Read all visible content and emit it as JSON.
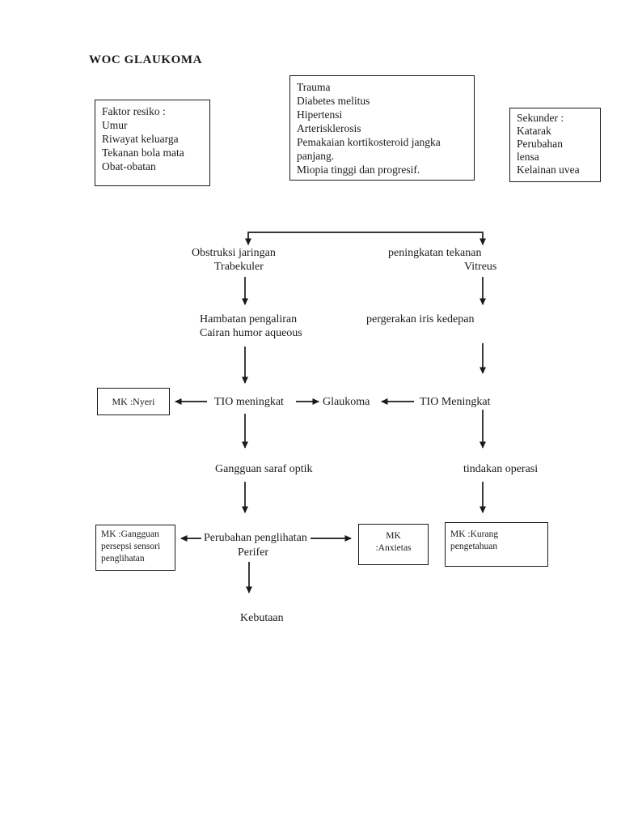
{
  "title": "WOC GLAUKOMA",
  "colors": {
    "ink": "#1a1a1a",
    "background": "#ffffff"
  },
  "risk_box": {
    "lines": [
      "Faktor resiko :",
      "Umur",
      "Riwayat keluarga",
      "Tekanan bola mata",
      "Obat-obatan"
    ]
  },
  "trigger_box": {
    "lines": [
      "Trauma",
      "Diabetes melitus",
      "Hipertensi",
      "Arterisklerosis",
      "Pemakaian kortikosteroid jangka panjang.",
      "Miopia tinggi dan progresif."
    ]
  },
  "secondary_box": {
    "lines": [
      "Sekunder :",
      "Katarak",
      "Perubahan",
      "lensa",
      "Kelainan uvea"
    ]
  },
  "nodes": {
    "obstruksi_line1": "Obstruksi jaringan",
    "obstruksi_line2": "Trabekuler",
    "peningkatan_line1": "peningkatan tekanan",
    "peningkatan_line2": "Vitreus",
    "hambatan_line1": "Hambatan pengaliran",
    "hambatan_line2": "Cairan humor aqueous",
    "pergerakan": "pergerakan iris kedepan",
    "tio_left": "TIO meningkat",
    "glaukoma": "Glaukoma",
    "tio_right": "TIO Meningkat",
    "gangguan_saraf": "Gangguan saraf optik",
    "tindakan": "tindakan operasi",
    "perubahan_line1": "Perubahan penglihatan",
    "perubahan_line2": "Perifer",
    "kebutaan": "Kebutaan"
  },
  "mk_boxes": {
    "nyeri": {
      "lines": [
        "MK :Nyeri"
      ]
    },
    "gangguan": {
      "lines": [
        "MK :Gangguan",
        "persepsi sensori",
        "penglihatan"
      ]
    },
    "anxietas": {
      "lines": [
        "MK",
        ":Anxietas"
      ]
    },
    "kurang": {
      "lines": [
        "MK :Kurang",
        "pengetahuan"
      ]
    }
  }
}
